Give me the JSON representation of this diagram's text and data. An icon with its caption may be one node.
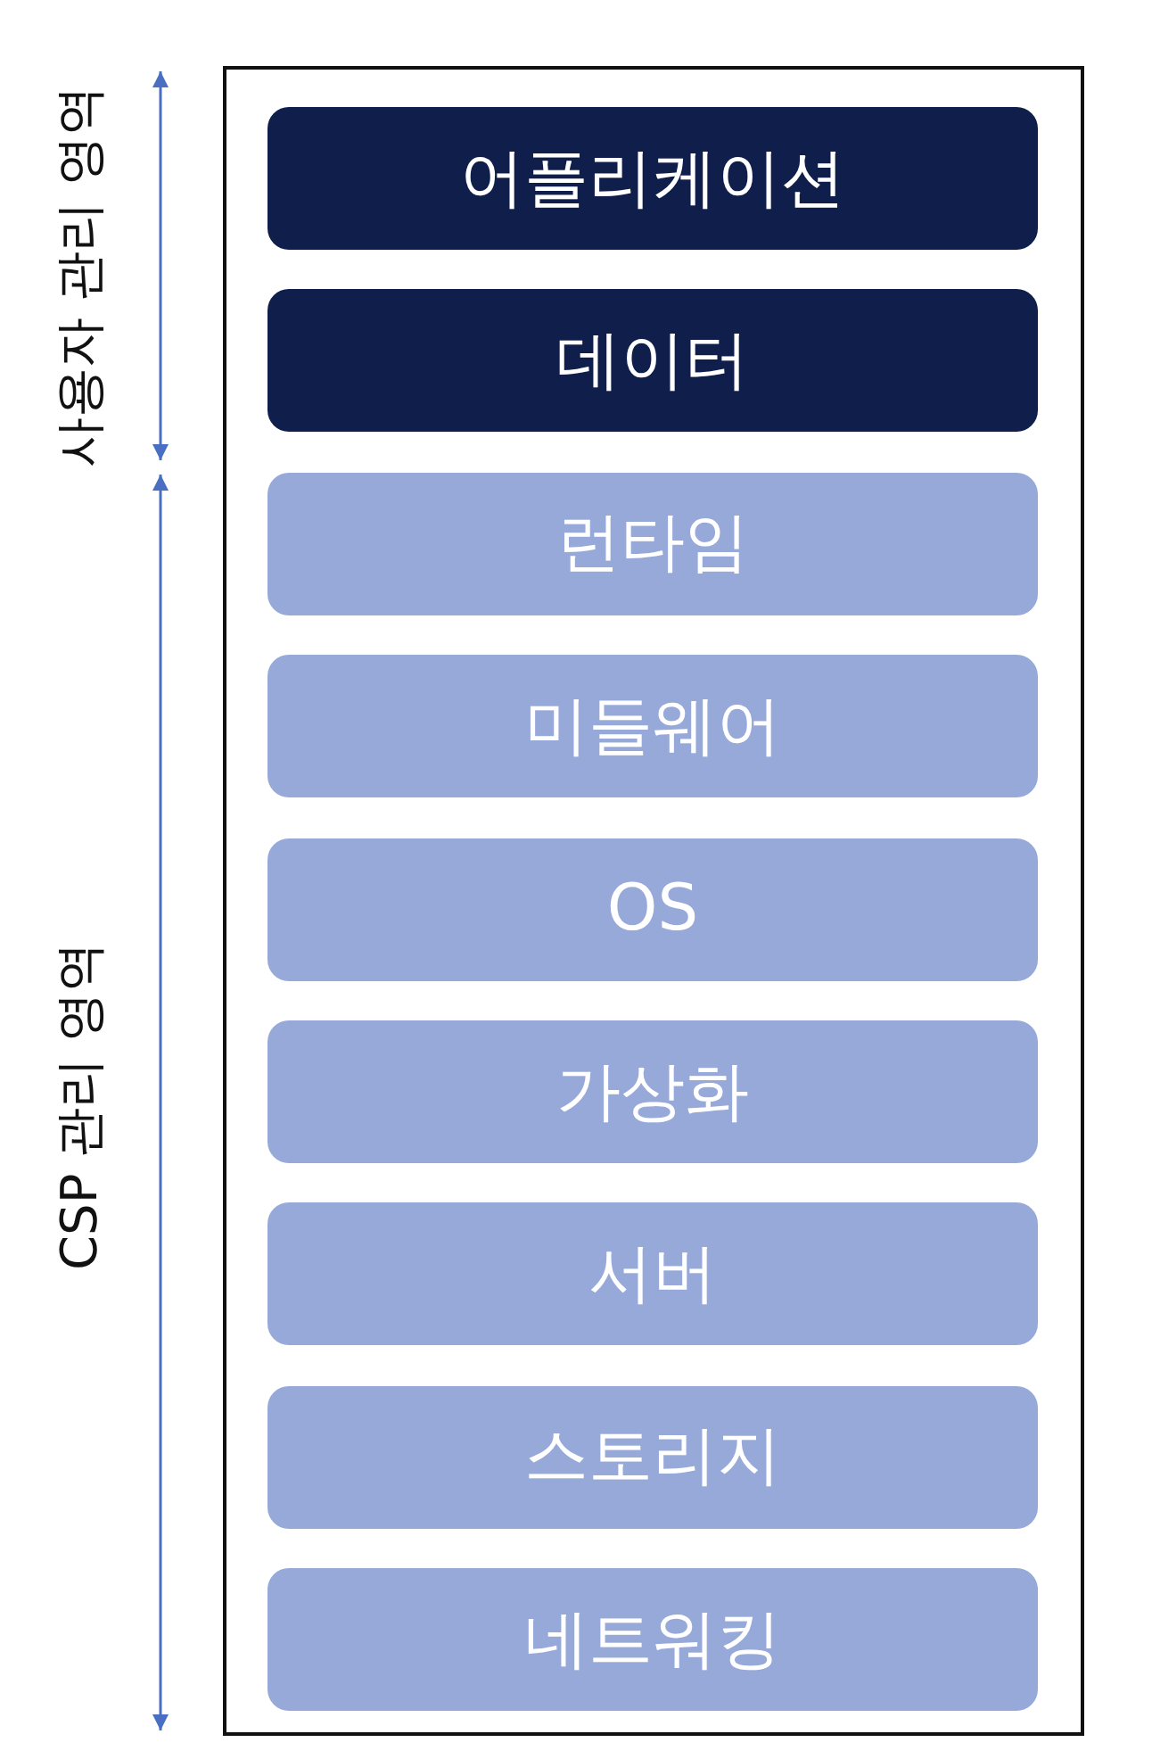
{
  "diagram": {
    "nodes": [
      {
        "text": [],
        "shape": "box"
      },
      {
        "text": [
          "어플리케이션"
        ],
        "in": 0
      },
      {
        "text": [
          "데이터"
        ],
        "in": 0
      },
      {
        "text": [
          "런타임"
        ],
        "in": 0
      },
      {
        "text": [
          "미들웨어"
        ],
        "in": 0
      },
      {
        "text": [
          "OS"
        ],
        "in": 0
      },
      {
        "text": [
          "가상화"
        ],
        "in": 0
      },
      {
        "text": [
          "서버"
        ],
        "in": 0
      },
      {
        "text": [
          "스토리지"
        ],
        "in": 0
      },
      {
        "text": [
          "네트워킹"
        ],
        "in": 0
      }
    ],
    "labels": [
      "사용자 관리 영역",
      "CSP 관리 영역"
    ]
  }
}
